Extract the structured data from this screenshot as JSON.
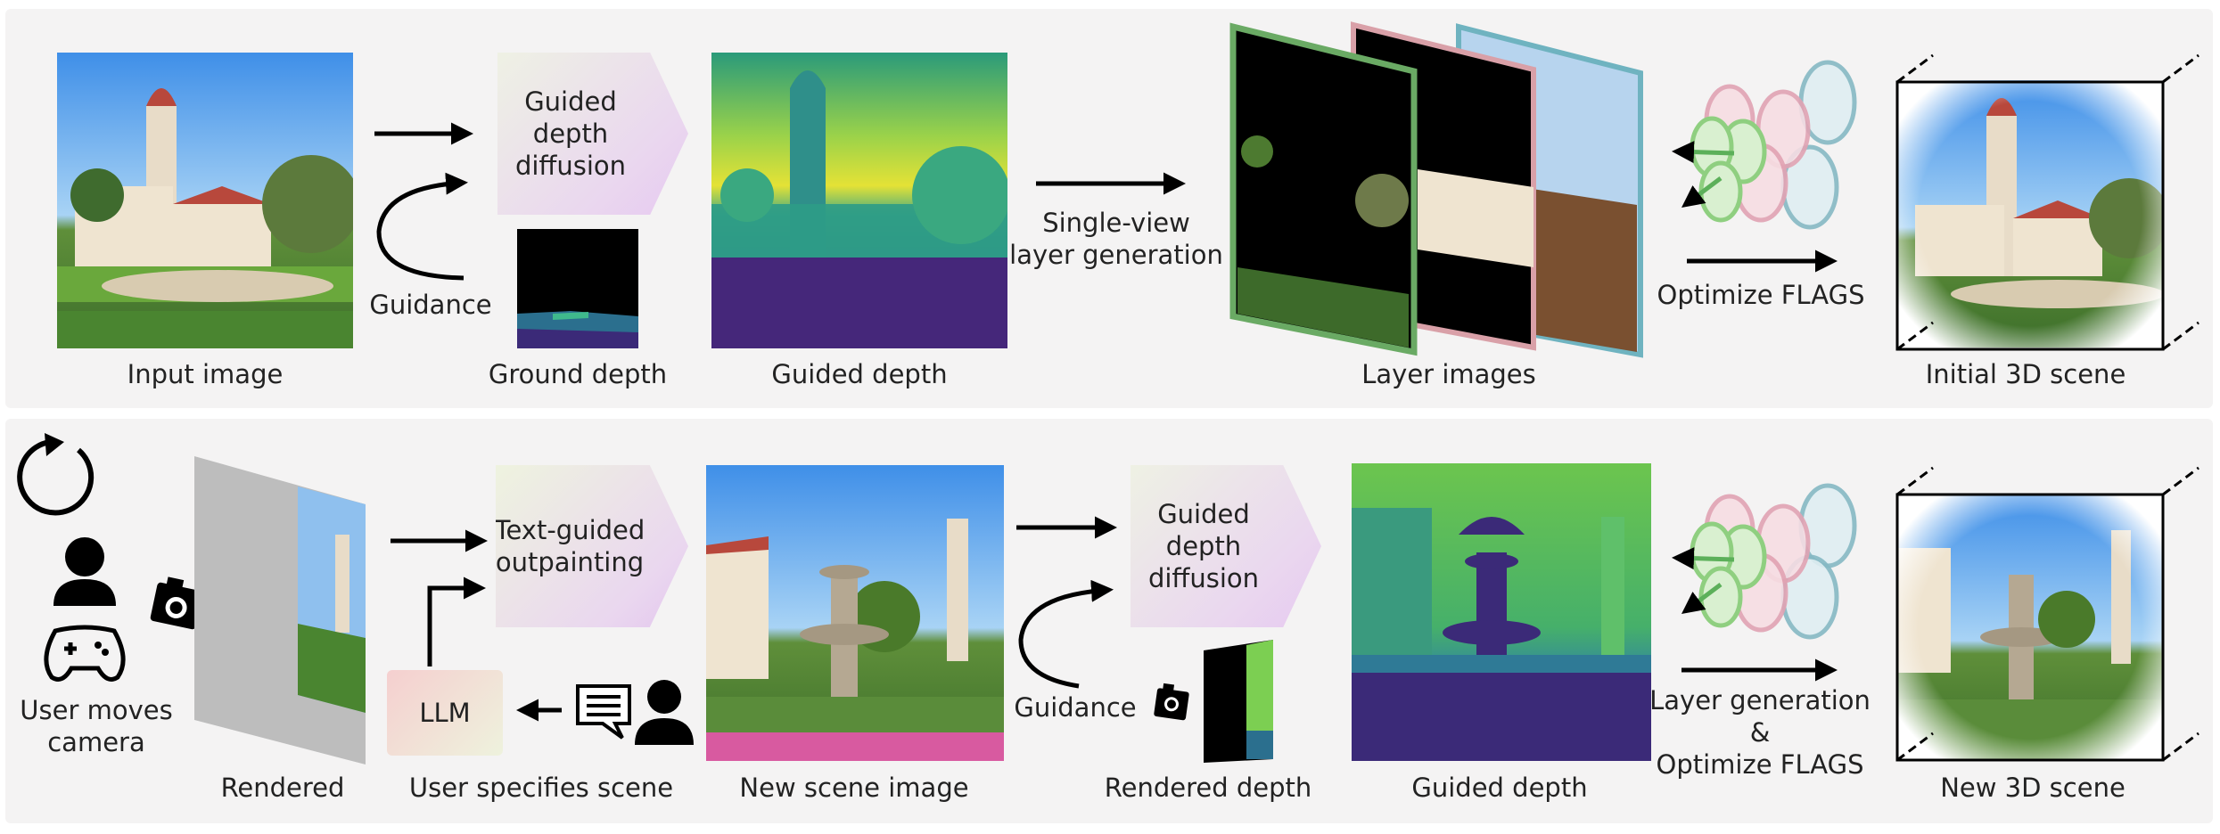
{
  "top": {
    "input_image": "Input image",
    "diffusion_l1": "Guided depth",
    "diffusion_l2": "diffusion",
    "guidance": "Guidance",
    "ground_depth": "Ground depth",
    "guided_depth": "Guided depth",
    "layer_gen_l1": "Single-view",
    "layer_gen_l2": "layer generation",
    "layer_images": "Layer images",
    "optimize": "Optimize FLAGS",
    "initial_scene": "Initial 3D scene"
  },
  "bottom": {
    "user_moves_l1": "User moves",
    "user_moves_l2": "camera",
    "rendered": "Rendered",
    "outpaint_l1": "Text-guided",
    "outpaint_l2": "outpainting",
    "llm": "LLM",
    "user_specifies": "User specifies scene",
    "new_scene_image": "New scene image",
    "diffusion_l1": "Guided depth",
    "diffusion_l2": "diffusion",
    "guidance": "Guidance",
    "rendered_depth": "Rendered depth",
    "guided_depth": "Guided depth",
    "layer_gen_l1": "Layer generation",
    "layer_gen_l2": "&",
    "layer_gen_l3": "Optimize FLAGS",
    "new_scene": "New 3D scene"
  },
  "colors": {
    "panel_bg": "#f4f3f3",
    "layer_green": "#6aaa64",
    "layer_pink": "#d9a0a8",
    "layer_teal": "#6fb3c0",
    "viridis_low": "#3b1e6b",
    "viridis_mid": "#21908d",
    "viridis_high": "#d6e43a"
  },
  "icons": [
    "rotate-icon",
    "user-icon",
    "gamepad-icon",
    "camera-icon",
    "chat-icon",
    "arrow-icon",
    "gaussian-blobs-icon"
  ]
}
